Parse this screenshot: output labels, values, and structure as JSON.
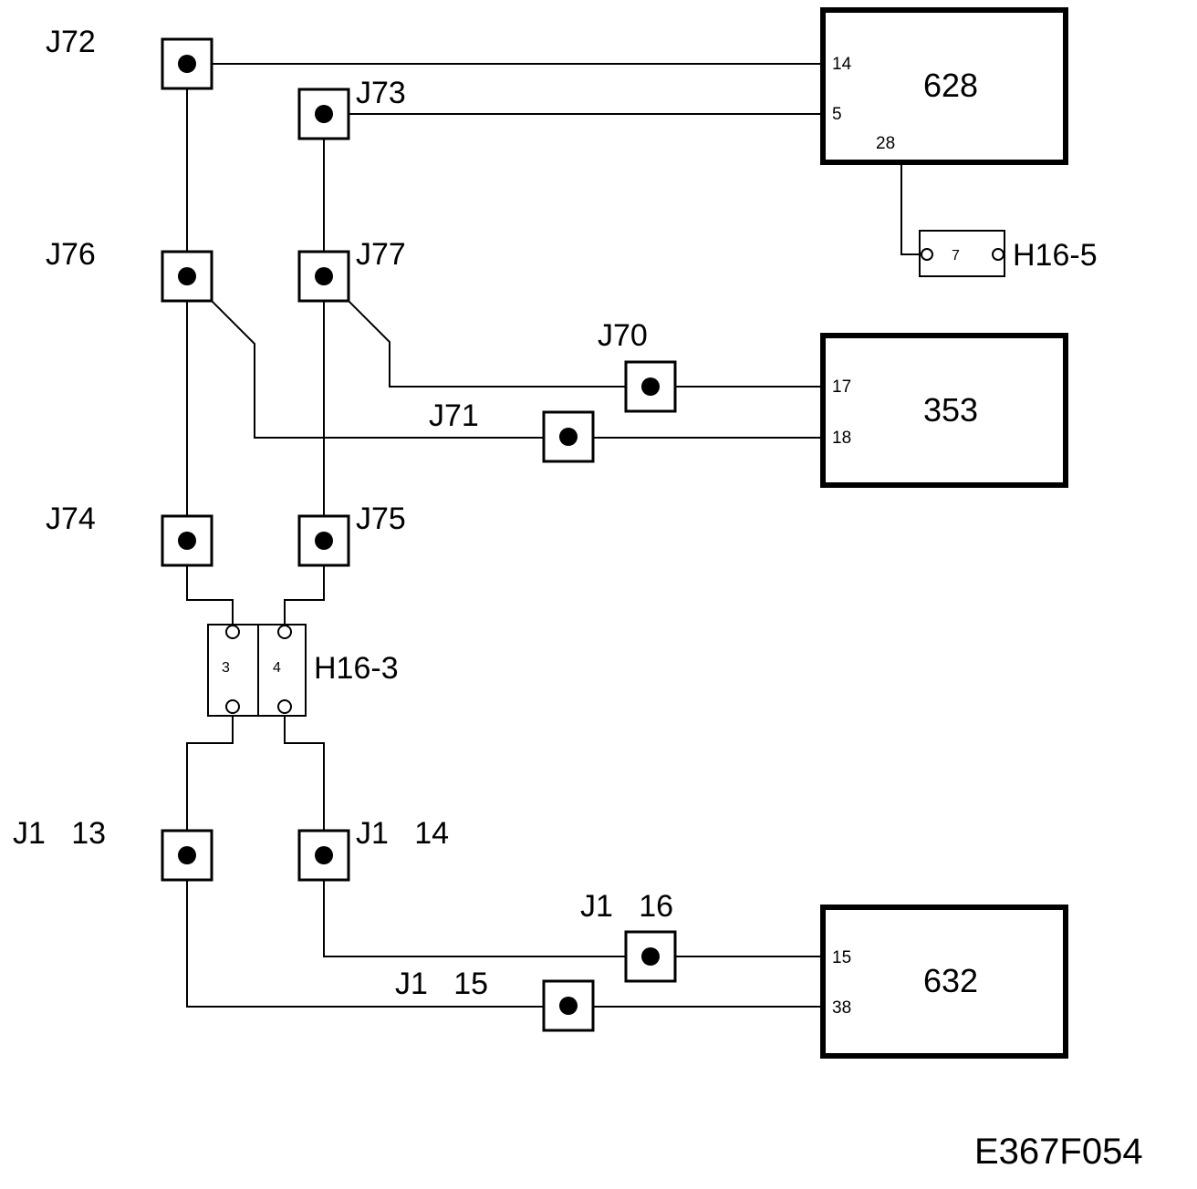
{
  "junctions": {
    "j72": "J72",
    "j73": "J73",
    "j76": "J76",
    "j77": "J77",
    "j70": "J70",
    "j71": "J71",
    "j74": "J74",
    "j75": "J75",
    "j1_13": "J1   13",
    "j1_14": "J1   14",
    "j1_16": "J1   16",
    "j1_15": "J1   15"
  },
  "ecus": {
    "u628": {
      "label": "628",
      "pins": [
        "14",
        "5",
        "28"
      ]
    },
    "u353": {
      "label": "353",
      "pins": [
        "17",
        "18"
      ]
    },
    "u632": {
      "label": "632",
      "pins": [
        "15",
        "38"
      ]
    }
  },
  "connectors": {
    "h16_5": {
      "label": "H16-5",
      "pins": [
        "7"
      ]
    },
    "h16_3": {
      "label": "H16-3",
      "pins": [
        "3",
        "4"
      ]
    }
  },
  "figure_code": "E367F054"
}
